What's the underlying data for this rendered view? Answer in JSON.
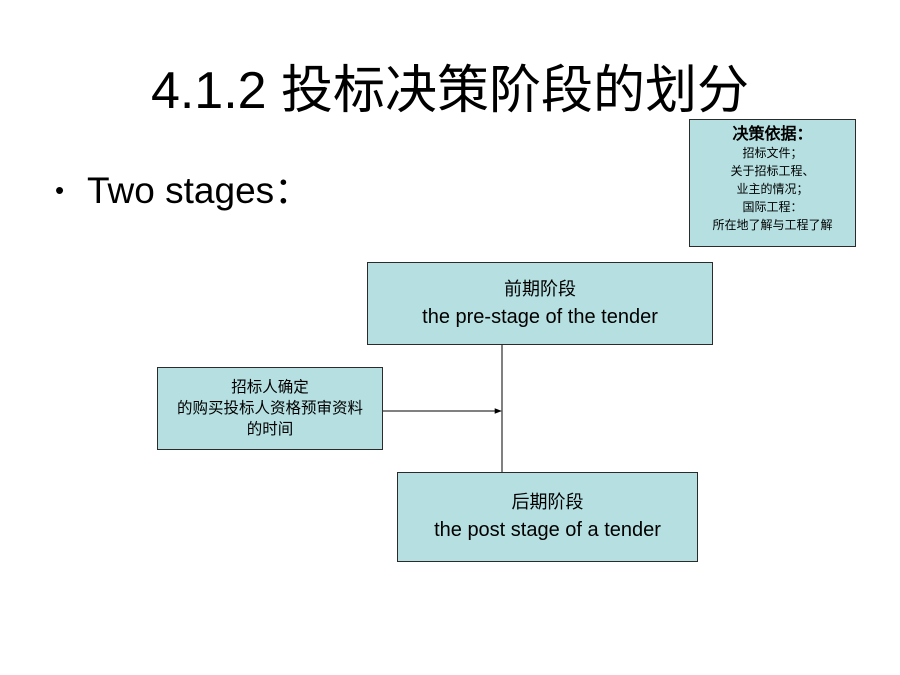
{
  "slide": {
    "title": "4.1.2 投标决策阶段的划分",
    "bullet": {
      "symbol": "•",
      "text": "Two stages："
    },
    "decision_basis": {
      "heading": "决策依据：",
      "lines": [
        "招标文件；",
        "关于招标工程、",
        "业主的情况；",
        "国际工程：",
        "所在地了解与工程了解"
      ]
    },
    "pre_stage": {
      "cn": "前期阶段",
      "en": "the pre-stage of the tender"
    },
    "post_stage": {
      "cn": "后期阶段",
      "en": "the post stage of a tender"
    },
    "time_point": {
      "lines": [
        "招标人确定",
        "的购买投标人资格预审资料",
        "的时间"
      ]
    }
  },
  "colors": {
    "box_fill": "#b5dfe0",
    "box_border": "#2b2b2b",
    "text": "#000000",
    "background": "#ffffff"
  }
}
